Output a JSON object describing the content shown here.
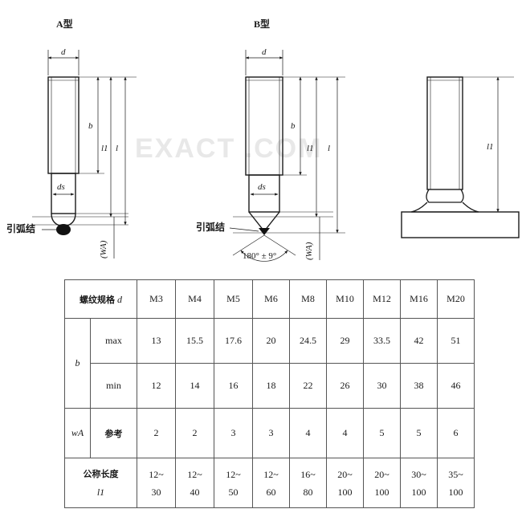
{
  "figures": {
    "type_a": {
      "title": "A型",
      "dim_d": "d",
      "dim_b": "b",
      "dim_l1": "l1",
      "dim_l": "l",
      "dim_ds": "ds",
      "dim_wa": "(WA)",
      "callout": "引弧结"
    },
    "type_b": {
      "title": "B型",
      "dim_d": "d",
      "dim_b": "b",
      "dim_l1": "l1",
      "dim_l": "l",
      "dim_ds": "ds",
      "dim_wa": "(WA)",
      "callout": "引弧结",
      "angle": "180° ± 9°"
    },
    "welded": {
      "dim_l1": "l1"
    },
    "watermark": "EXACT      .COM"
  },
  "table": {
    "header_label": "螺纹规格",
    "header_symbol": "d",
    "sizes": [
      "M3",
      "M4",
      "M5",
      "M6",
      "M8",
      "M10",
      "M12",
      "M16",
      "M20"
    ],
    "b_symbol": "b",
    "max_label": "max",
    "min_label": "min",
    "b_max": [
      "13",
      "15.5",
      "17.6",
      "20",
      "24.5",
      "29",
      "33.5",
      "42",
      "51"
    ],
    "b_min": [
      "12",
      "14",
      "16",
      "18",
      "22",
      "26",
      "30",
      "38",
      "46"
    ],
    "wa_symbol": "wA",
    "wa_ref_label": "参考",
    "wa_values": [
      "2",
      "2",
      "3",
      "3",
      "4",
      "4",
      "5",
      "5",
      "6"
    ],
    "length_label": "公称长度",
    "length_symbol": "l1",
    "length_min": [
      "12~",
      "12~",
      "12~",
      "12~",
      "16~",
      "20~",
      "20~",
      "30~",
      "35~"
    ],
    "length_max": [
      "30",
      "40",
      "50",
      "60",
      "80",
      "100",
      "100",
      "100",
      "100"
    ]
  }
}
